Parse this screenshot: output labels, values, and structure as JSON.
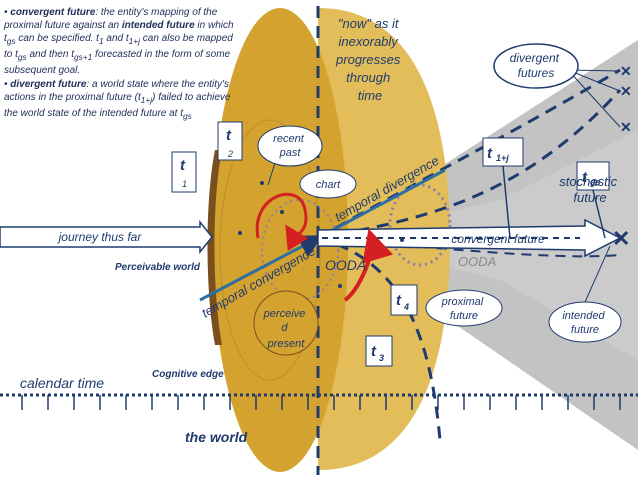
{
  "definitions": {
    "bullet": "•",
    "convergent_term": "convergent future",
    "convergent_text": ": the entity's mapping of the proximal future against an",
    "convergent_term2": "intended future",
    "convergent_text2": "in which t",
    "convergent_text3": "can be specified. t",
    "convergent_text4": "and t",
    "convergent_text5": "can also be mapped to t",
    "convergent_text6": "and then t",
    "convergent_text7": "forecasted in the form of some subsequent goal.",
    "divergent_term": "divergent future",
    "divergent_text": ": a world state where the entity's actions in the proximal future (t",
    "divergent_text2": ") failed to achieve the world state of the intended future at t",
    "sub_gs": "gs",
    "sub_1": "1",
    "sub_1j": "1+j",
    "sub_gs1": "gs+1"
  },
  "labels": {
    "now": "\"now\" as it inexorably progresses through time",
    "now_lines": [
      "\"now\" as it",
      "inexorably",
      "progresses",
      "through",
      "time"
    ],
    "divergent_futures": [
      "divergent",
      "futures"
    ],
    "recent_past": [
      "recent",
      "past"
    ],
    "chart": "chart",
    "t1_main": "t",
    "t1_sub": "1",
    "t2_main": "t",
    "t2_sub": "2",
    "t1j_main": "t",
    "t1j_sub": "1+j",
    "tgs_main": "t",
    "tgs_sub": "gs",
    "t4_main": "t",
    "t4_sub": "4",
    "t3_main": "t",
    "t3_sub": "3",
    "stochastic_future": [
      "stochastic",
      "future"
    ],
    "temporal_divergence": "temporal divergence",
    "temporal_convergence": "temporal convergence",
    "journey": "journey thus far",
    "convergent_future": "convergent future",
    "perceivable_world": "Perceivable world",
    "ooda_left": "OODA",
    "ooda_right": "OODA",
    "perceived_present": [
      "perceive",
      "d",
      "present"
    ],
    "proximal_future": [
      "proximal",
      "future"
    ],
    "intended_future": [
      "intended",
      "future"
    ],
    "cognitive_edge": "Cognitive edge",
    "calendar_time": "calendar time",
    "the_world": "the world"
  },
  "colors": {
    "disc_front": "#d4a22e",
    "disc_back": "#e2bd5a",
    "disc_edge": "#b5862a",
    "navy": "#1f3b6e",
    "arrow_blue": "#2d6fa3",
    "red": "#d42020",
    "gray_cone": "#b8b8b8",
    "dotted_purple": "#8b7bb0"
  }
}
